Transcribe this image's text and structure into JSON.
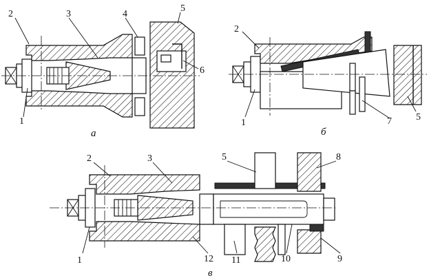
{
  "captions": {
    "a": "а",
    "b": "б",
    "v": "в"
  },
  "labels": {
    "a": [
      "1",
      "2",
      "3",
      "4",
      "5",
      "6"
    ],
    "b": [
      "1",
      "2",
      "5",
      "7"
    ],
    "v": [
      "1",
      "2",
      "3",
      "5",
      "8",
      "9",
      "10",
      "11",
      "12"
    ]
  }
}
